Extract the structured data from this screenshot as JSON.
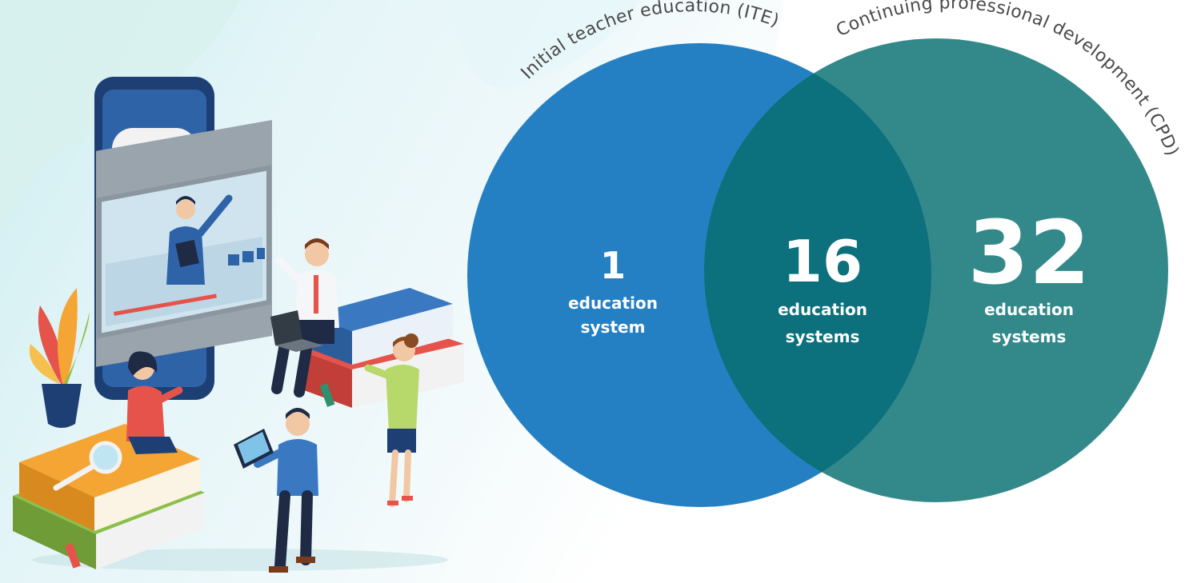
{
  "venn": {
    "sets": [
      {
        "id": "ite",
        "label": "Initial teacher education (ITE)",
        "color": "#2580c3"
      },
      {
        "id": "cpd",
        "label": "Continuing professional development (CPD)",
        "color": "#33898a"
      }
    ],
    "overlap_color": "#0c707d",
    "regions": [
      {
        "id": "ite_only",
        "count": "1",
        "line1": "education",
        "line2": "system"
      },
      {
        "id": "both",
        "count": "16",
        "line1": "education",
        "line2": "systems"
      },
      {
        "id": "cpd_only",
        "count": "32",
        "line1": "education",
        "line2": "systems"
      }
    ]
  },
  "illustration": {
    "subject": "online teaching: teacher on a phone-sized video screen with learners around stacks of books",
    "icons": [
      "smartphone-icon",
      "video-player-icon",
      "book-stack-icon",
      "magnifier-icon",
      "tablet-icon",
      "laptop-icon",
      "plant-icon"
    ]
  }
}
